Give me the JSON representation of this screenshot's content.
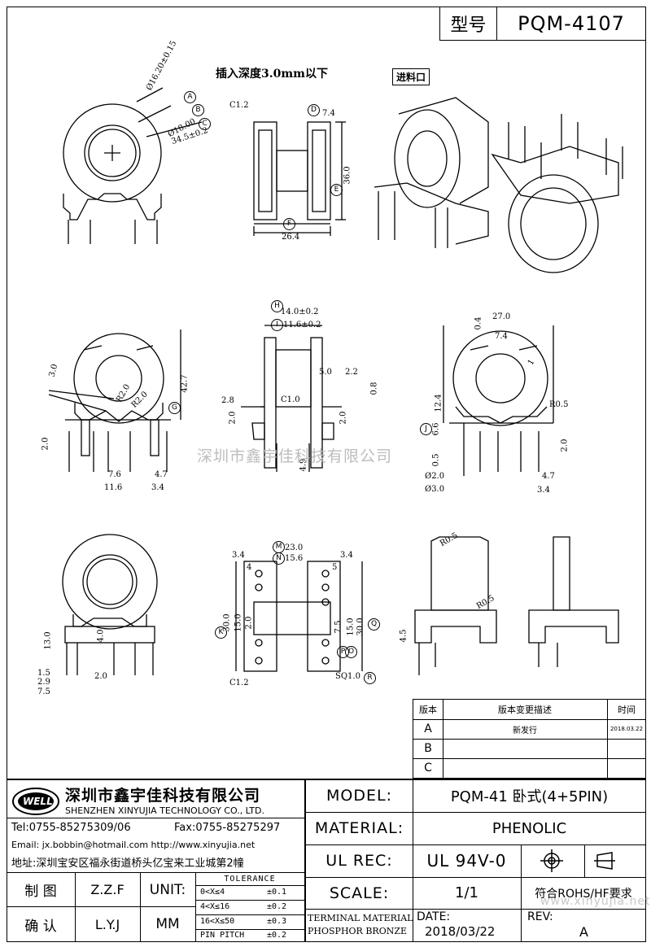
{
  "header": {
    "model_label": "型号",
    "model_code": "PQM-4107"
  },
  "notes": {
    "insert_depth": "插入深度3.0mm以下",
    "feed_port": "进料口"
  },
  "watermark": "深圳市鑫宇佳科技有限公司",
  "watermark_url": "www.xinyujia.net",
  "dimensions": {
    "d_16_2": "Ø16.20±0.15",
    "d_18": "Ø18.00",
    "d_34_5": "34.5±0.2",
    "c1_2_a": "C1.2",
    "d_7_4": "7.4",
    "d_36": "36.0",
    "d_26_4": "26.4",
    "d_14": "14.0±0.2",
    "d_11_6": "11.6±0.2",
    "d_5": "5.0",
    "d_2_2": "2.2",
    "d_0_8": "0.8",
    "d_2_8": "2.8",
    "c1_0": "C1.0",
    "d_2_0a": "2.0",
    "d_2_0b": "2.0",
    "d_4_9": "4.9",
    "d_3_0": "3.0",
    "r2_0a": "R2.0",
    "r2_0b": "R2.0",
    "d_42_7": "42.7",
    "d_2_0c": "2.0",
    "d_7_6": "7.6",
    "d_11_6b": "11.6",
    "d_3_4a": "3.4",
    "d_4_7a": "4.7",
    "d_0_4": "0.4",
    "d_27": "27.0",
    "d_7_4b": "7.4",
    "d_1": "1",
    "d_12_4": "12.4",
    "r0_5a": "R0.5",
    "d_6_6": "6.6",
    "d_0_5": "0.5",
    "d_2_0d": "2.0",
    "dd_2": "Ø2.0",
    "dd_3": "Ø3.0",
    "d_4_7b": "4.7",
    "d_3_4b": "3.4",
    "d_13": "13.0",
    "d_4_0": "4.0",
    "d_1_5": "1.5",
    "d_2_9": "2.9",
    "d_7_5": "7.5",
    "d_2_0e": "2.0",
    "d_23": "23.0",
    "d_15_6": "15.6",
    "d_3_4c": "3.4",
    "d_3_4d": "3.4",
    "d_4": "4",
    "d_5b": "5",
    "d_30": "30.0",
    "d_15": "15.0",
    "d_2_0f": "2.0",
    "d_7_5b": "7.5",
    "d_15b": "15.0",
    "d_30b": "30.0",
    "c1_2_b": "C1.2",
    "sq1": "SQ1.0",
    "r0_5b": "R0.5",
    "r0_5c": "R0.5",
    "d_4_5": "4.5"
  },
  "callouts": [
    "A",
    "B",
    "C",
    "D",
    "E",
    "F",
    "G",
    "H",
    "I",
    "J",
    "K",
    "M",
    "N",
    "O",
    "P",
    "Q",
    "R"
  ],
  "revision_table": {
    "headers": [
      "版本",
      "版本变更描述",
      "时间"
    ],
    "rows": [
      {
        "ver": "A",
        "desc": "新发行",
        "date": "2018.03.22"
      },
      {
        "ver": "B",
        "desc": "",
        "date": ""
      },
      {
        "ver": "C",
        "desc": "",
        "date": ""
      }
    ]
  },
  "company": {
    "logo_text": "WELL",
    "name_cn": "深圳市鑫宇佳科技有限公司",
    "name_en": "SHENZHEN XINYUJIA TECHNOLOGY CO., LTD.",
    "tel": "Tel:0755-85275309/06",
    "fax": "Fax:0755-85275297",
    "email": "Email: jx.bobbin@hotmail.com http://www.xinyujia.net",
    "address": "地址:深圳宝安区福永街道桥头亿宝来工业城第2幢"
  },
  "title_block": {
    "model_label": "MODEL:",
    "model_value": "PQM-41 卧式(4+5PIN)",
    "material_label": "MATERIAL:",
    "material_value": "PHENOLIC",
    "ulrec_label": "UL REC:",
    "ulrec_value": "UL 94V-0",
    "scale_label": "SCALE:",
    "scale_value": "1/1",
    "rohs": "符合ROHS/HF要求",
    "terminal_material": "TERMINAL MATERIAL",
    "phosphor_bronze": "PHOSPHOR BRONZE",
    "date_label": "DATE:",
    "date_value": "2018/03/22",
    "rev_label": "REV:",
    "rev_value": "A",
    "drawn_label": "制 图",
    "drawn_value": "Z.Z.F",
    "check_label": "确 认",
    "check_value": "L.Y.J",
    "unit_label": "UNIT:",
    "unit_value": "MM"
  },
  "tolerance": {
    "title": "TOLERANCE",
    "rows": [
      {
        "range": "0<X≤4",
        "tol": "±0.1"
      },
      {
        "range": "4<X≤16",
        "tol": "±0.2"
      },
      {
        "range": "16<X≤50",
        "tol": "±0.3"
      },
      {
        "range": "PIN PITCH",
        "tol": "±0.2"
      }
    ]
  }
}
